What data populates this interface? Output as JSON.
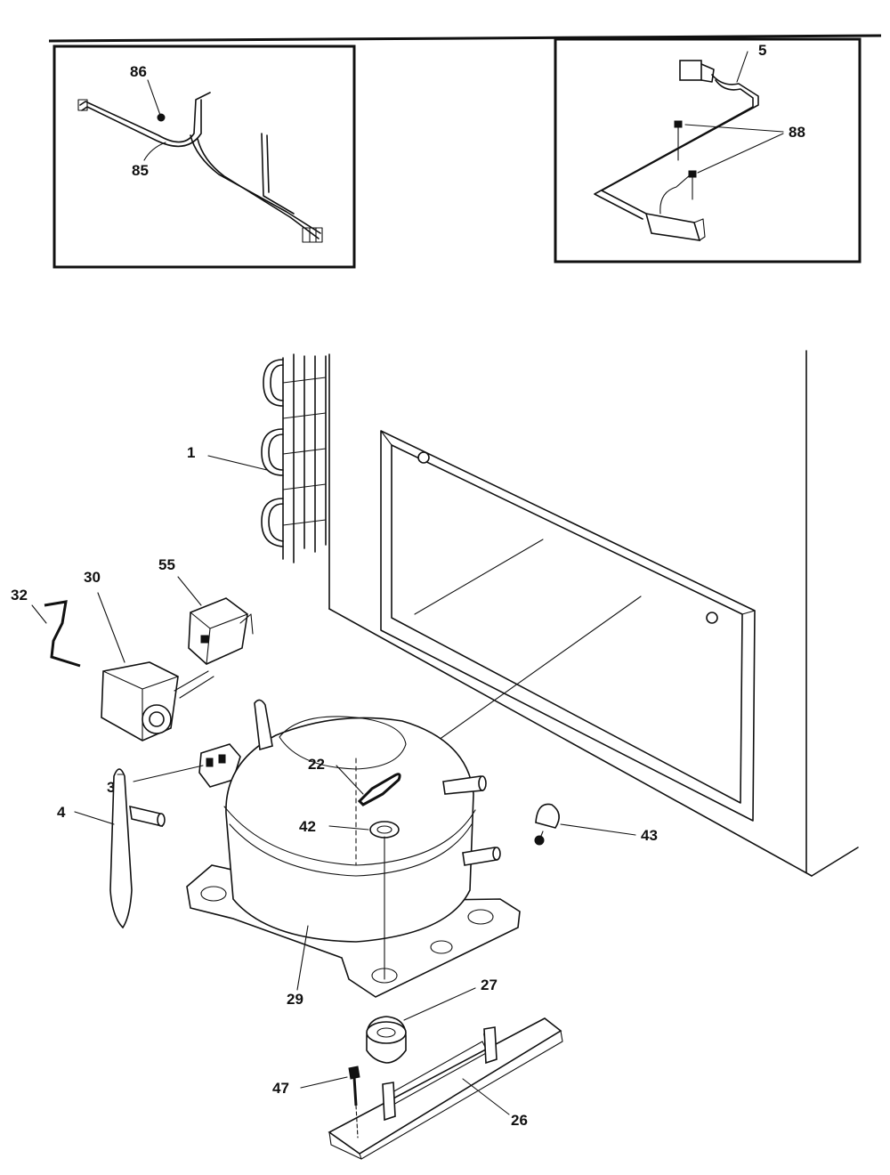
{
  "callouts": {
    "inset_left": {
      "c86": "86",
      "c85": "85"
    },
    "inset_right": {
      "c5": "5",
      "c88": "88"
    },
    "main": {
      "c1": "1",
      "c32": "32",
      "c30": "30",
      "c55": "55",
      "c31": "31",
      "c4": "4",
      "c22": "22",
      "c42": "42",
      "c43": "43",
      "c29": "29",
      "c27": "27",
      "c47": "47",
      "c26": "26"
    }
  }
}
